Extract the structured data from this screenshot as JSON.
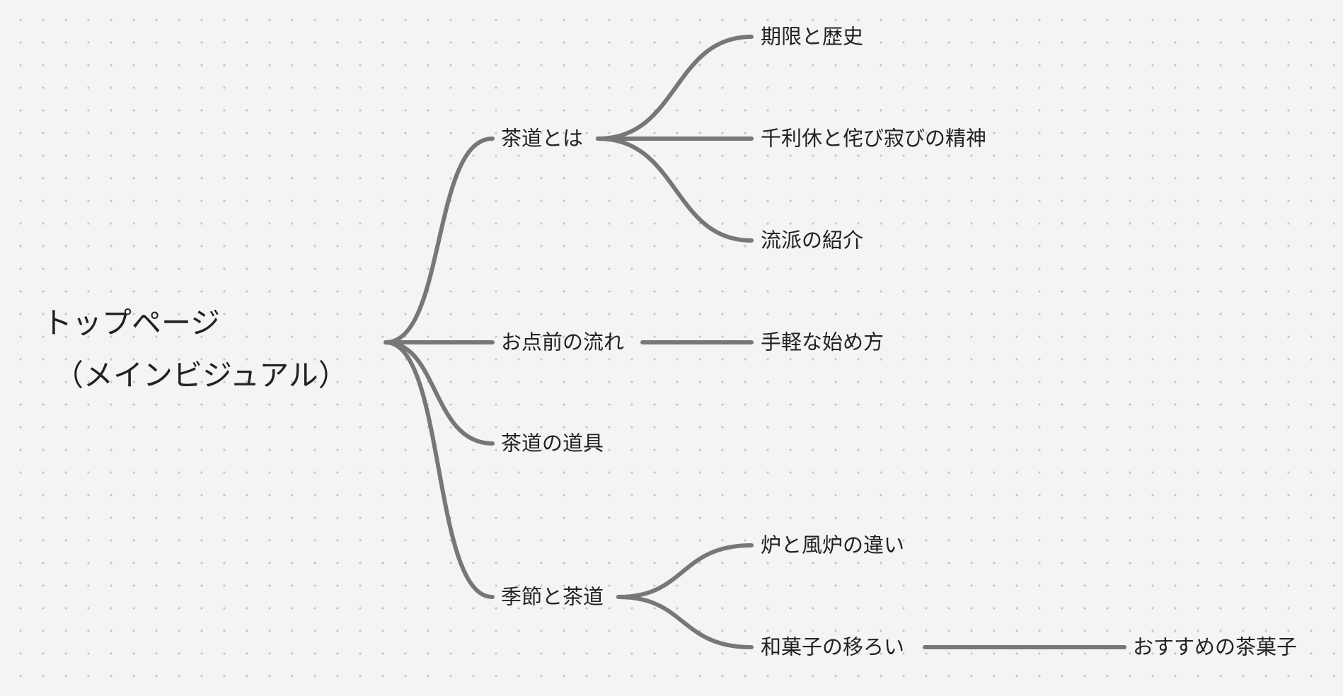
{
  "mindmap": {
    "root": {
      "line1": "トップページ",
      "line2": "（メインビジュアル）"
    },
    "branches": [
      {
        "label": "茶道とは",
        "children": [
          "期限と歴史",
          "千利休と侘び寂びの精神",
          "流派の紹介"
        ]
      },
      {
        "label": "お点前の流れ",
        "children": [
          "手軽な始め方"
        ]
      },
      {
        "label": "茶道の道具",
        "children": []
      },
      {
        "label": "季節と茶道",
        "children": [
          "炉と風炉の違い",
          "和菓子の移ろい"
        ]
      }
    ],
    "grandchild": "おすすめの茶菓子"
  },
  "colors": {
    "background": "#f4f4f4",
    "edge": "#777777",
    "text": "#222222",
    "dot": "#c4c4c4"
  }
}
